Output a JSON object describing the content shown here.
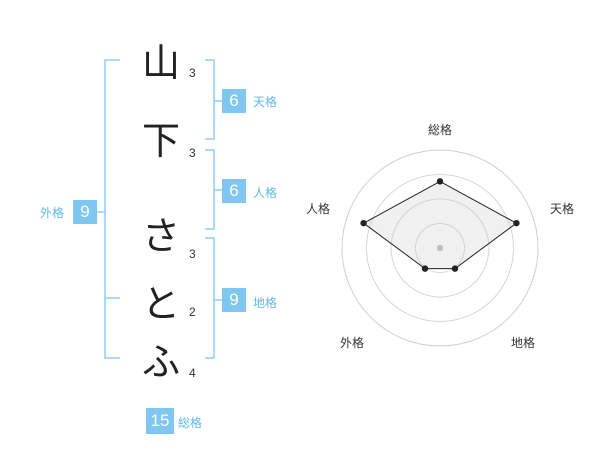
{
  "name_chars": [
    {
      "char": "山",
      "strokes": "3"
    },
    {
      "char": "下",
      "strokes": "3"
    },
    {
      "char": "さ",
      "strokes": "3"
    },
    {
      "char": "と",
      "strokes": "2"
    },
    {
      "char": "ふ",
      "strokes": "4"
    }
  ],
  "kaku": {
    "tenkaku": {
      "value": "6",
      "label": "天格"
    },
    "jinkaku": {
      "value": "6",
      "label": "人格"
    },
    "chikaku": {
      "value": "9",
      "label": "地格"
    },
    "gaikaku": {
      "value": "9",
      "label": "外格"
    },
    "soukaku": {
      "value": "15",
      "label": "総格"
    }
  },
  "colors": {
    "accent": "#7fc6f0",
    "bracket": "#8fcdf2",
    "text": "#222222"
  },
  "chart_data": {
    "type": "radar",
    "axes": [
      "総格",
      "天格",
      "地格",
      "外格",
      "人格"
    ],
    "values": [
      0.68,
      0.82,
      0.26,
      0.26,
      0.82
    ],
    "rmax": 1,
    "rings": 4,
    "grid": true
  }
}
